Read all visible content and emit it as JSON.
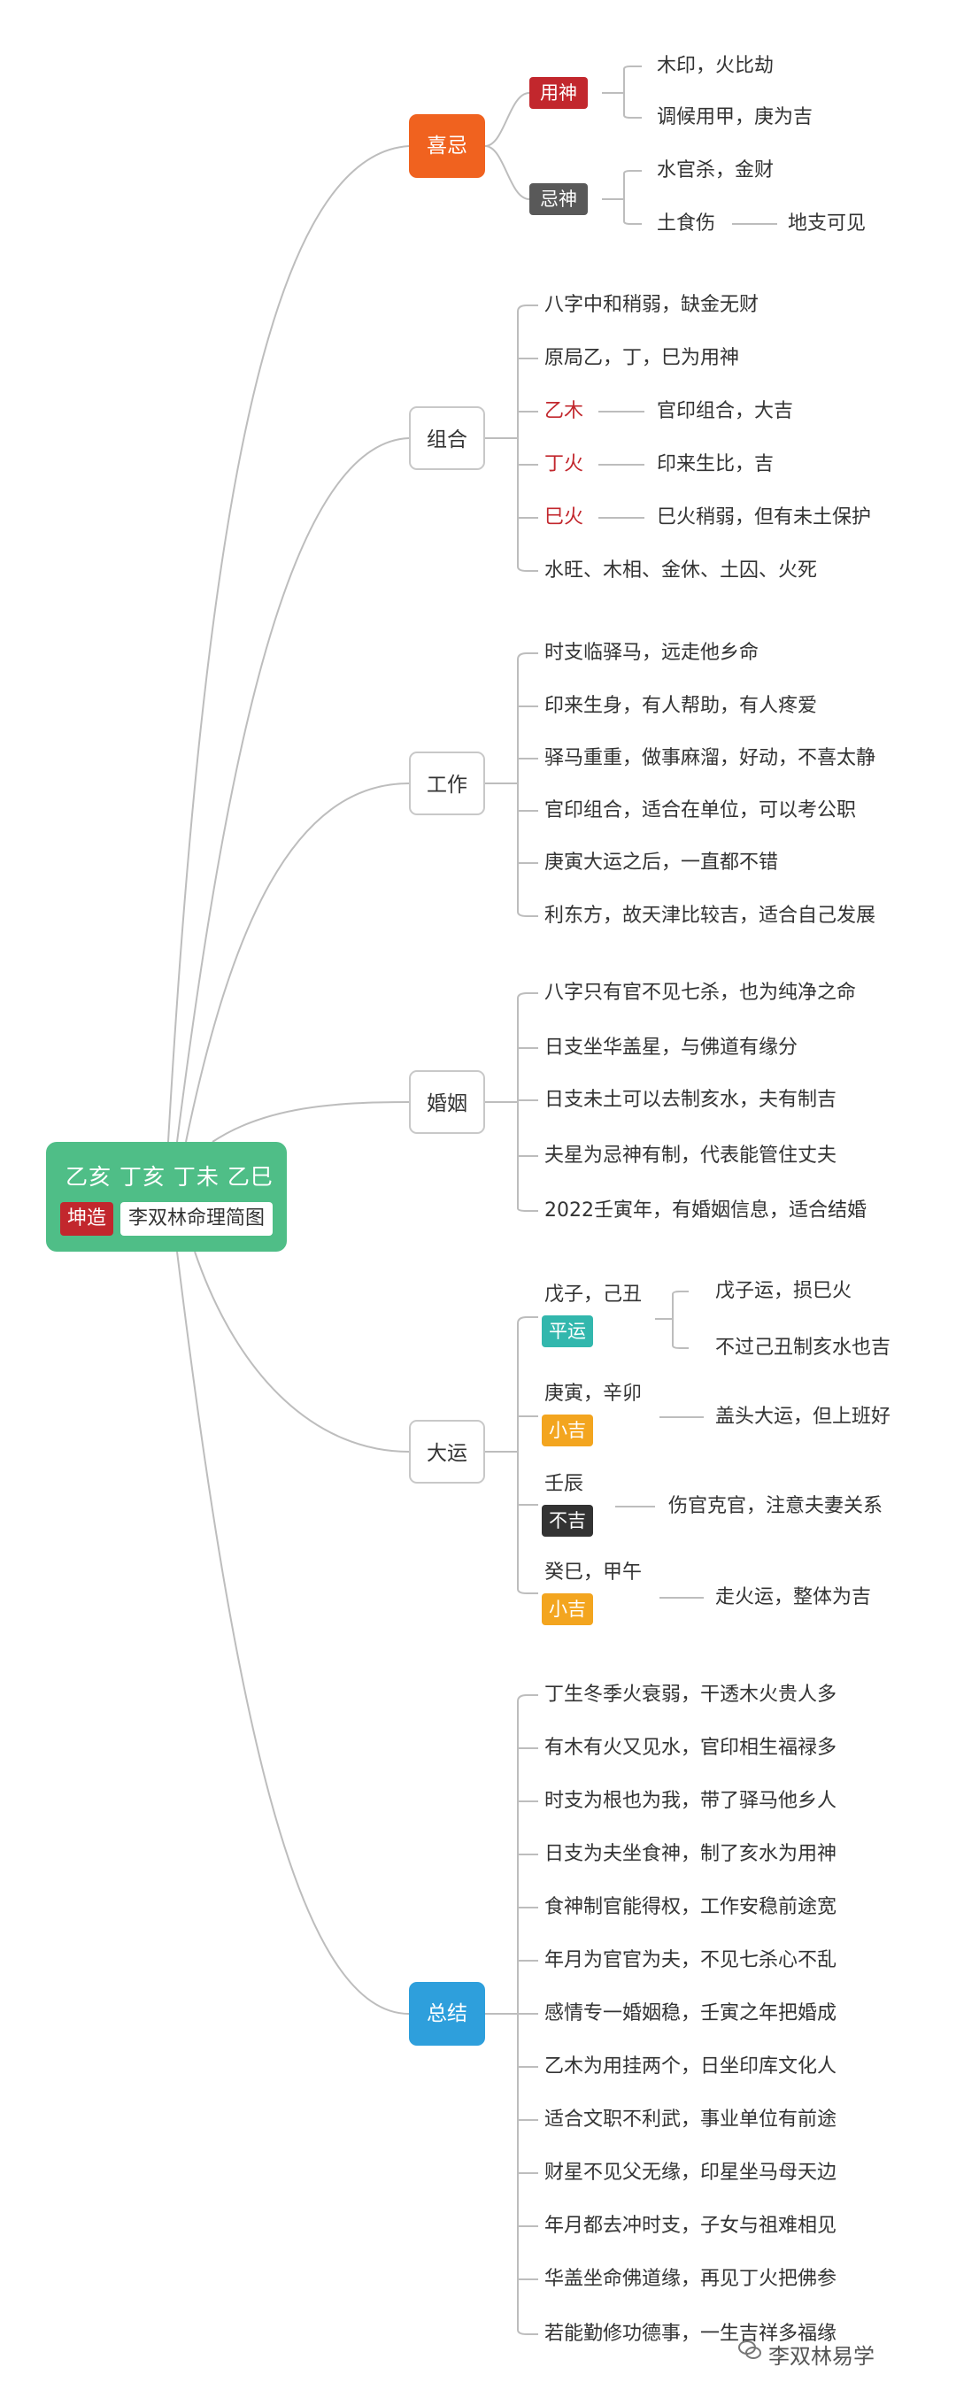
{
  "root": {
    "title": "乙亥 丁亥 丁未 乙巳",
    "tag": "坤造",
    "subtitle": "李双林命理简图"
  },
  "branches": {
    "xiji": {
      "label": "喜忌",
      "yongshen": {
        "label": "用神",
        "items": [
          "木印，火比劫",
          "调候用甲，庚为吉"
        ]
      },
      "jishen": {
        "label": "忌神",
        "items": [
          "水官杀，金财",
          "土食伤"
        ],
        "note": "地支可见"
      }
    },
    "zuhe": {
      "label": "组合",
      "items": [
        "八字中和稍弱，缺金无财",
        "原局乙，丁，巳为用神"
      ],
      "pairs": [
        {
          "key": "乙木",
          "value": "官印组合，大吉"
        },
        {
          "key": "丁火",
          "value": "印来生比，吉"
        },
        {
          "key": "巳火",
          "value": "巳火稍弱，但有未土保护"
        }
      ],
      "last": "水旺、木相、金休、土囚、火死"
    },
    "gongzuo": {
      "label": "工作",
      "items": [
        "时支临驿马，远走他乡命",
        "印来生身，有人帮助，有人疼爱",
        "驿马重重，做事麻溜，好动，不喜太静",
        "官印组合，适合在单位，可以考公职",
        "庚寅大运之后，一直都不错",
        "利东方，故天津比较吉，适合自己发展"
      ]
    },
    "hunyin": {
      "label": "婚姻",
      "items": [
        "八字只有官不见七杀，也为纯净之命",
        "日支坐华盖星，与佛道有缘分",
        "日支未土可以去制亥水，夫有制吉",
        "夫星为忌神有制，代表能管住丈夫",
        "2022壬寅年，有婚姻信息，适合结婚"
      ]
    },
    "dayun": {
      "label": "大运",
      "periods": [
        {
          "name": "戊子，己丑",
          "tag": "平运",
          "details": [
            "戊子运，损巳火",
            "不过己丑制亥水也吉"
          ]
        },
        {
          "name": "庚寅，辛卯",
          "tag": "小吉",
          "details": [
            "盖头大运，但上班好"
          ]
        },
        {
          "name": "壬辰",
          "tag": "不吉",
          "details": [
            "伤官克官，注意夫妻关系"
          ]
        },
        {
          "name": "癸巳，甲午",
          "tag": "小吉",
          "details": [
            "走火运，整体为吉"
          ]
        }
      ]
    },
    "zongjie": {
      "label": "总结",
      "items": [
        "丁生冬季火衰弱，干透木火贵人多",
        "有木有火又见水，官印相生福禄多",
        "时支为根也为我，带了驿马他乡人",
        "日支为夫坐食神，制了亥水为用神",
        "食神制官能得权，工作安稳前途宽",
        "年月为官官为夫，不见七杀心不乱",
        "感情专一婚姻稳，壬寅之年把婚成",
        "乙木为用挂两个，日坐印库文化人",
        "适合文职不利武，事业单位有前途",
        "财星不见父无缘，印星坐马母天边",
        "年月都去冲时支，子女与祖难相见",
        "华盖坐命佛道缘，再见丁火把佛参",
        "若能勤修功德事，一生吉祥多福缘"
      ]
    }
  },
  "watermark": "李双林易学",
  "colors": {
    "root": "#4fbe87",
    "accent_red": "#c2272d",
    "orange": "#f0621f",
    "blue": "#2e9fdc",
    "teal": "#32b7ad",
    "amber": "#f3a51f",
    "line": "#bdbdbd"
  }
}
